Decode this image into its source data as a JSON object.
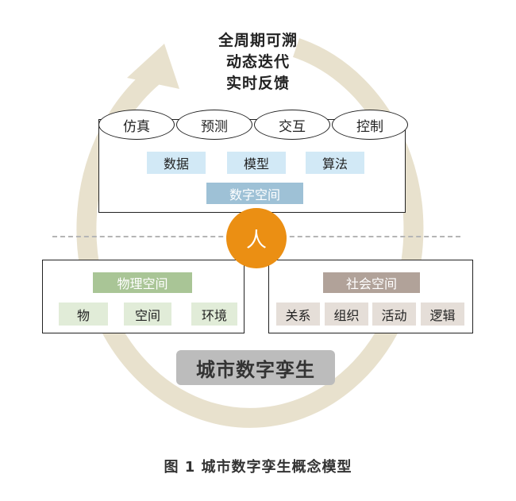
{
  "header": {
    "line1": "全周期可溯",
    "line2": "动态迭代",
    "line3": "实时反馈"
  },
  "digital": {
    "capabilities": [
      "仿真",
      "预测",
      "交互",
      "控制"
    ],
    "elements": [
      "数据",
      "模型",
      "算法"
    ],
    "label": "数字空间"
  },
  "center": {
    "person": "人"
  },
  "physical": {
    "label": "物理空间",
    "items": [
      "物",
      "空间",
      "环境"
    ]
  },
  "social": {
    "label": "社会空间",
    "items": [
      "关系",
      "组织",
      "活动",
      "逻辑"
    ]
  },
  "main_label": "城市数字孪生",
  "caption": "图 1 城市数字孪生概念模型",
  "colors": {
    "cycle_arrow": "#e8e1cd",
    "person": "#eb8f13",
    "digital_chip": "#d2e9f6",
    "digital_label": "#9ec1d6",
    "physical_label": "#a9c596",
    "physical_chip": "#e1ecd8",
    "social_label": "#b1a299",
    "social_chip": "#e5ded8",
    "main_label_bg": "#bcbcbc"
  }
}
